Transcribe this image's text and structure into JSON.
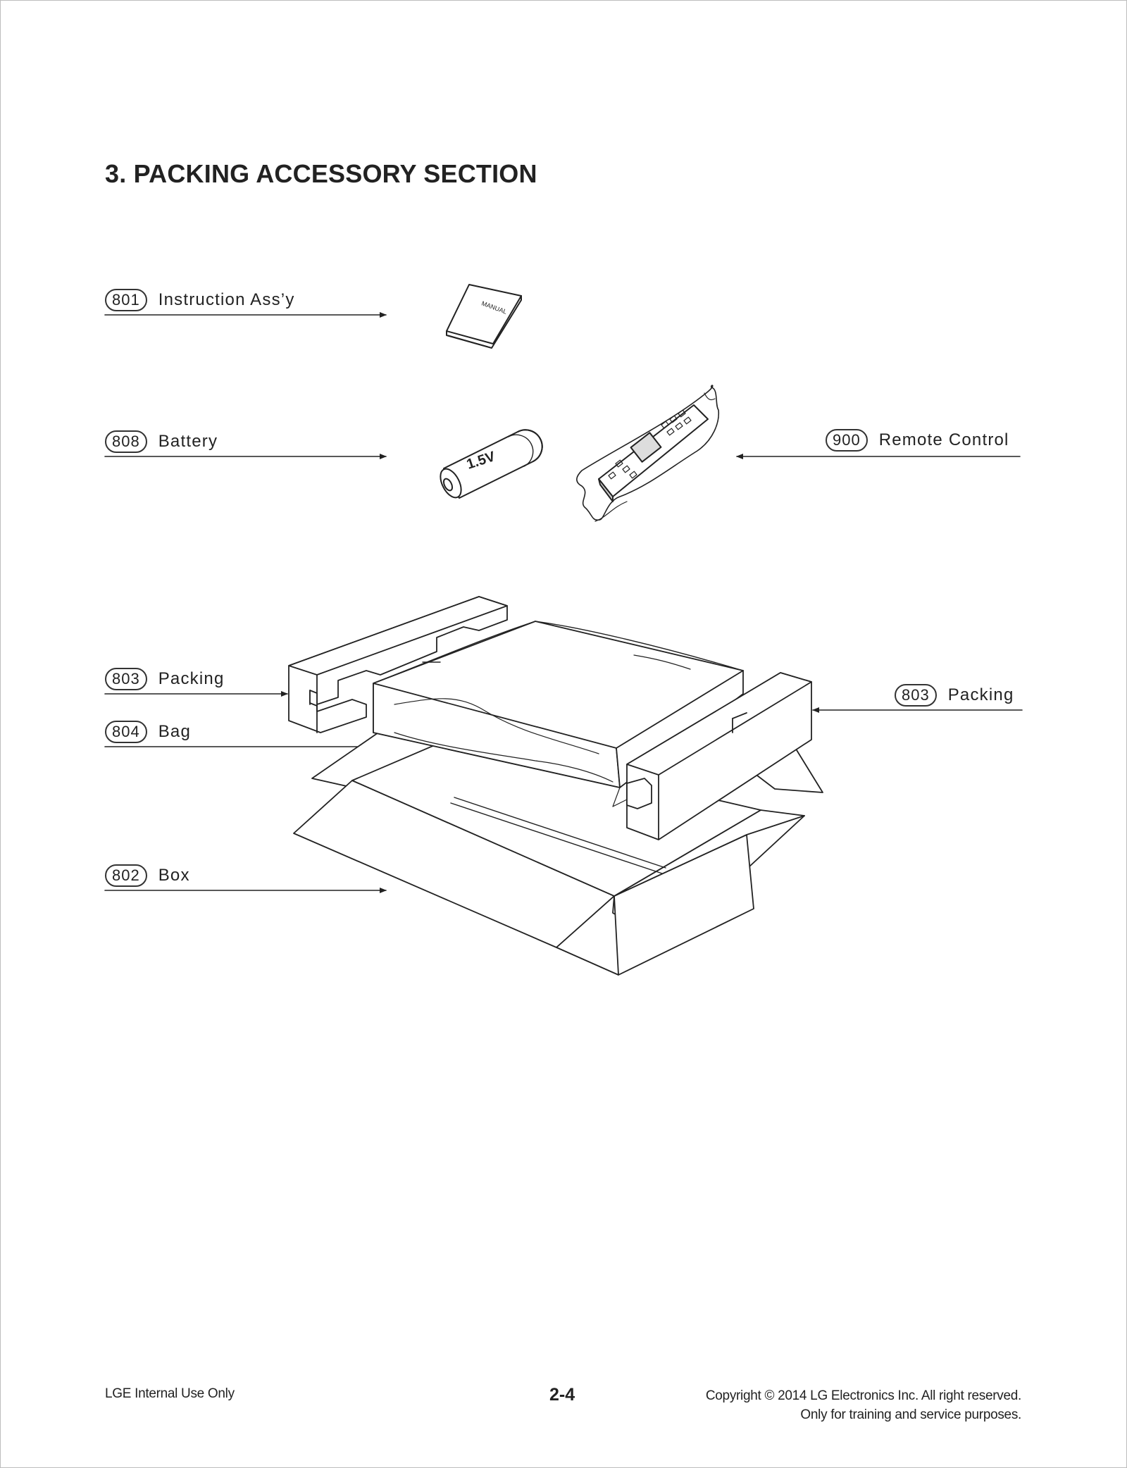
{
  "section_title": "3. PACKING ACCESSORY SECTION",
  "callouts": [
    {
      "id": "801",
      "label": "Instruction Ass’y"
    },
    {
      "id": "808",
      "label": "Battery"
    },
    {
      "id": "900",
      "label": "Remote Control"
    },
    {
      "id": "803",
      "label": "Packing"
    },
    {
      "id": "803",
      "label": "Packing"
    },
    {
      "id": "804",
      "label": "Bag"
    },
    {
      "id": "802",
      "label": "Box"
    }
  ],
  "illustration_text": {
    "manual": "MANUAL",
    "battery_voltage": "1.5V"
  },
  "footer": {
    "left": "LGE Internal Use Only",
    "page_number": "2-4",
    "copyright": "Copyright © 2014 LG Electronics Inc. All right reserved.",
    "purpose": "Only for training and service purposes."
  }
}
